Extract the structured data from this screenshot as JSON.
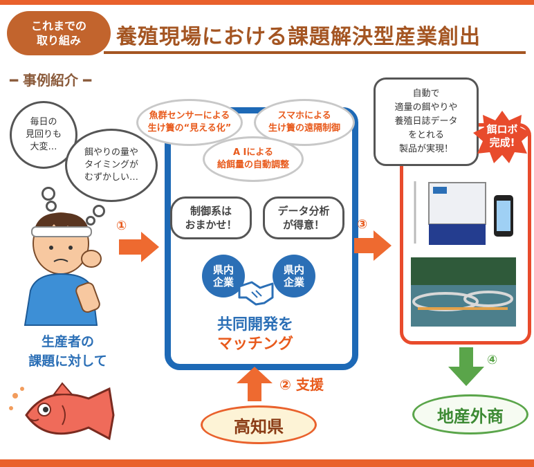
{
  "header": {
    "badge_line1": "これまでの",
    "badge_line2": "取り組み",
    "title": "養殖現場における課題解決型産業創出"
  },
  "section_title": "━ 事例紹介 ━",
  "producer": {
    "thought1": [
      "毎日の",
      "見回りも",
      "大変…"
    ],
    "thought2": [
      "餌やりの量や",
      "タイミングが",
      "むずかしい…"
    ],
    "caption_line1": "生産者の",
    "caption_line2": "課題に対して"
  },
  "center": {
    "bubble_fish": [
      "魚群センサーによる",
      "生け簀の“見える化”"
    ],
    "bubble_phone": [
      "スマホによる",
      "生け簀の遠隔制御"
    ],
    "bubble_ai": [
      "A Iによる",
      "給餌量の自動調整"
    ],
    "speech_left": [
      "制御系は",
      "おまかせ！"
    ],
    "speech_right": [
      "データ分析",
      "が得意！"
    ],
    "company_left": [
      "県内",
      "企業"
    ],
    "company_right": [
      "県内",
      "企業"
    ],
    "match_line1": "共同開発を",
    "match_line2": "マッチング"
  },
  "steps": {
    "step1": "①",
    "step2": "② 支援",
    "step3": "③",
    "step4": "④"
  },
  "kochi": "高知県",
  "result": {
    "speech": [
      "自動で",
      "適量の餌やりや",
      "養殖日誌データ",
      "をとれる",
      "製品が実現！"
    ],
    "burst_line1": "餌ロボ",
    "burst_line2": "完成!"
  },
  "outlet": "地産外商",
  "colors": {
    "orange": "#e9612c",
    "brown": "#a45522",
    "blue": "#1d69b6",
    "green": "#5aa54a",
    "red": "#e84b2c"
  }
}
